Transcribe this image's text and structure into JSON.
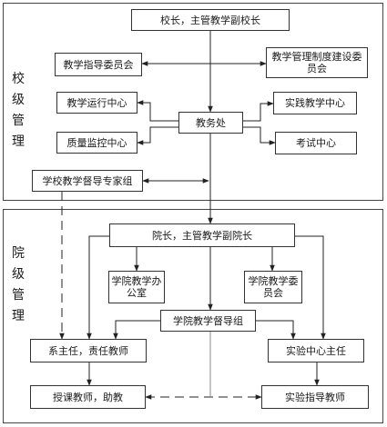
{
  "sections": {
    "school": "校级管理",
    "college": "院级管理"
  },
  "nodes": {
    "president": "校长，主管教学副校长",
    "guidance_committee": "教学指导委员会",
    "system_committee": "教学管理制度建设委员会",
    "operation_center": "教学运行中心",
    "academic_affairs": "教务处",
    "practice_center": "实践教学中心",
    "quality_center": "质量监控中心",
    "exam_center": "考试中心",
    "supervision_experts": "学校教学督导专家组",
    "dean": "院长，主管教学副院长",
    "college_office": "学院教学办公室",
    "college_committee": "学院教学委员会",
    "college_supervision": "学院教学督导组",
    "department_head": "系主任，责任教师",
    "lab_director": "实验中心主任",
    "lecturers": "授课教师，助教",
    "lab_instructors": "实验指导教师"
  }
}
